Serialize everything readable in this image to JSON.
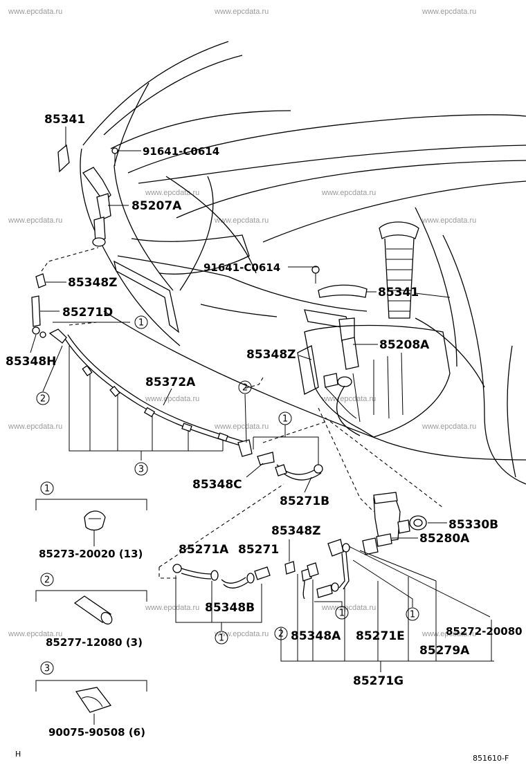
{
  "watermark": "www.epcdata.ru",
  "diagram_id": "851610-F",
  "corner_mark": "H",
  "labels": {
    "p85341_top": "85341",
    "p91641_top": "91641-C0614",
    "p85207A": "85207A",
    "p91641_mid": "91641-C0614",
    "p85348Z_left": "85348Z",
    "p85341_mid": "85341",
    "p85271D": "85271D",
    "p85348H": "85348H",
    "p85208A": "85208A",
    "p85348Z_mid": "85348Z",
    "p85372A": "85372A",
    "p85348C": "85348C",
    "p85271B": "85271B",
    "p85330B": "85330B",
    "p85348Z_low": "85348Z",
    "p85280A": "85280A",
    "p85271A": "85271A",
    "p85271": "85271",
    "p85348B": "85348B",
    "p85348A": "85348A",
    "p85271E": "85271E",
    "p85272": "85272-20080",
    "p85279A": "85279A",
    "p85271G": "85271G"
  },
  "refs": [
    "1",
    "2",
    "3"
  ],
  "legend": [
    {
      "ref": "1",
      "part": "85273-20020 (13)"
    },
    {
      "ref": "2",
      "part": "85277-12080 (3)"
    },
    {
      "ref": "3",
      "part": "90075-90508 (6)"
    }
  ]
}
